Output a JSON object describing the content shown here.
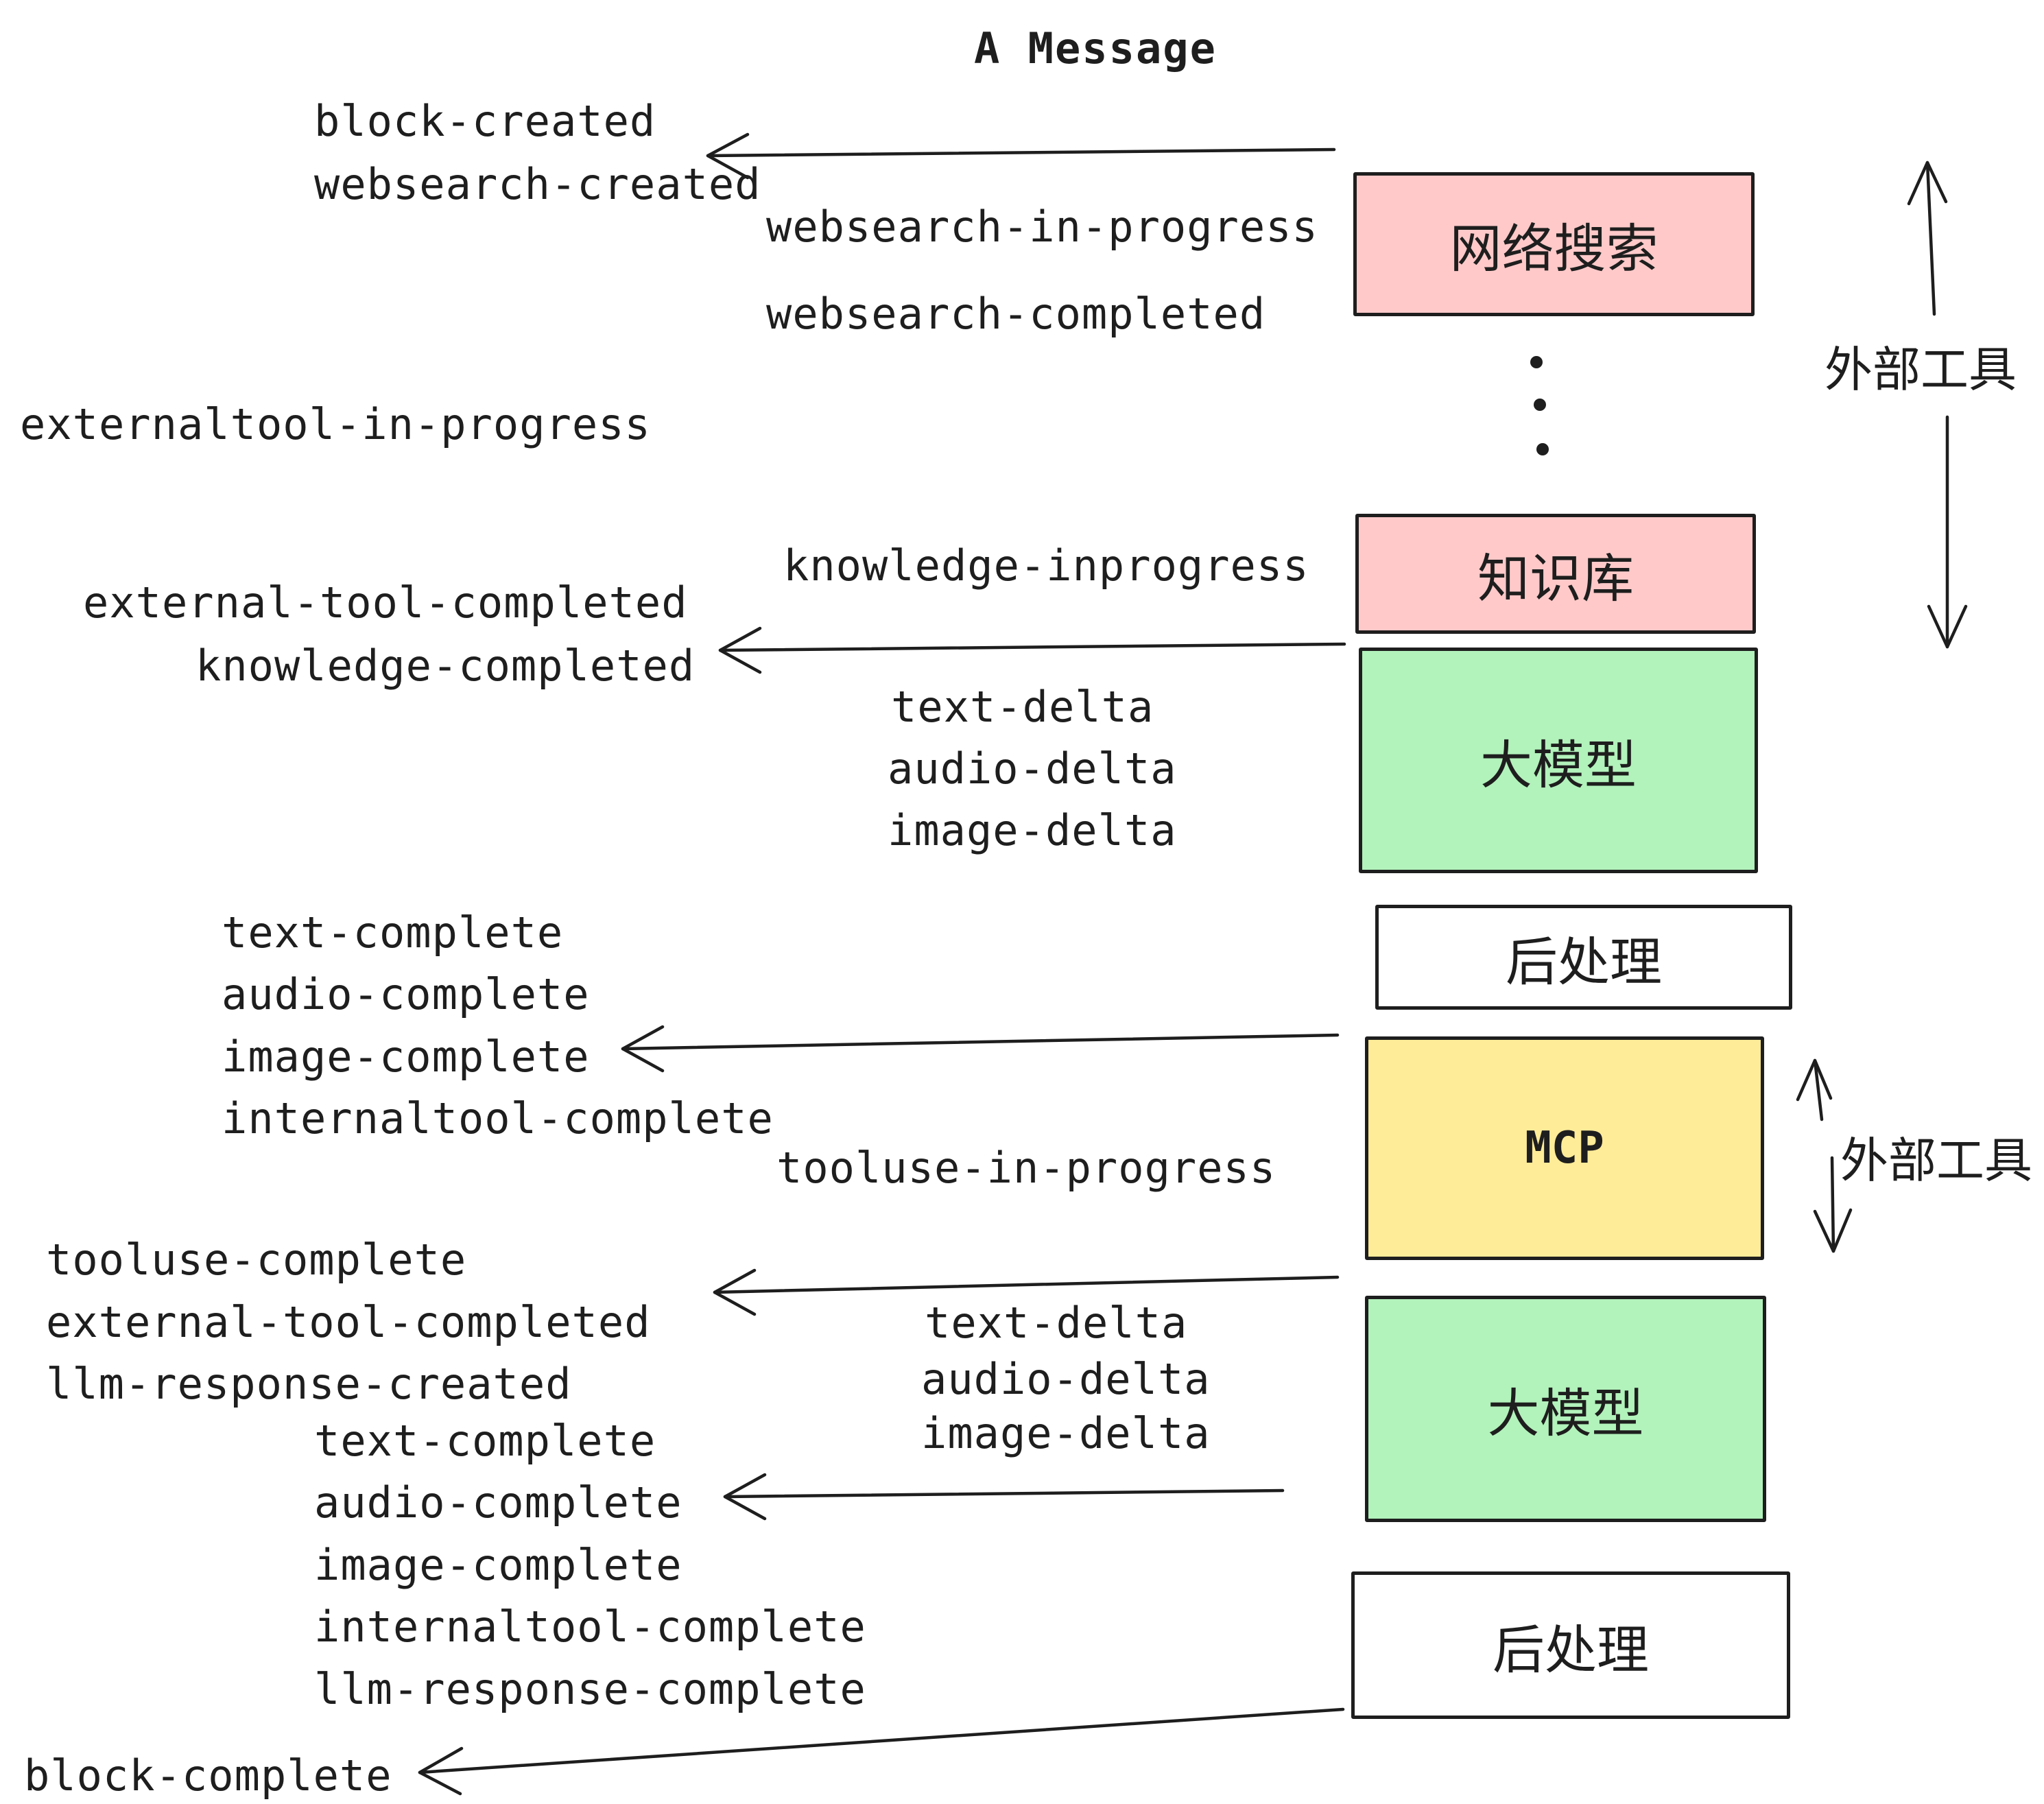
{
  "title": "A Message",
  "colors": {
    "stroke": "#1e1e1e",
    "pink": "#ffc9c9",
    "green": "#b2f2bb",
    "yellow": "#ffec99",
    "white": "#ffffff"
  },
  "boxes": [
    {
      "label": "网络搜索",
      "fill": "#ffc9c9"
    },
    {
      "label": "知识库",
      "fill": "#ffc9c9"
    },
    {
      "label": "大模型",
      "fill": "#b2f2bb"
    },
    {
      "label": "后处理",
      "fill": "#ffffff"
    },
    {
      "label": "MCP",
      "fill": "#ffec99"
    },
    {
      "label": "大模型",
      "fill": "#b2f2bb"
    },
    {
      "label": "后处理",
      "fill": "#ffffff"
    }
  ],
  "side_labels": [
    "外部工具",
    "外部工具"
  ],
  "events": [
    "block-created",
    "websearch-created",
    "websearch-in-progress",
    "websearch-completed",
    "externaltool-in-progress",
    "knowledge-inprogress",
    "external-tool-completed",
    "knowledge-completed",
    "text-delta",
    "audio-delta",
    "image-delta",
    "text-complete",
    "audio-complete",
    "image-complete",
    "internaltool-complete",
    "tooluse-in-progress",
    "tooluse-complete",
    "external-tool-completed",
    "llm-response-created",
    "text-delta",
    "audio-delta",
    "image-delta",
    "text-complete",
    "audio-complete",
    "image-complete",
    "internaltool-complete",
    "llm-response-complete",
    "block-complete"
  ]
}
